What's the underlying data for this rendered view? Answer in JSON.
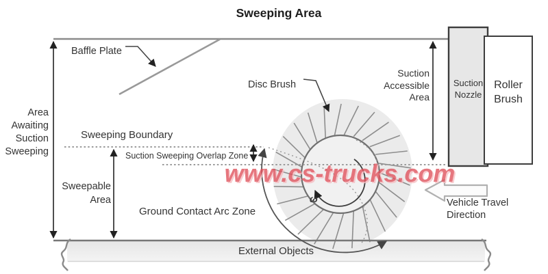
{
  "title": "Sweeping Area",
  "watermark": {
    "text": "www.cs-trucks.com",
    "color": "#e1545e"
  },
  "labels": {
    "baffle_plate": "Baffle Plate",
    "disc_brush": "Disc Brush",
    "suction_accessible_area": "Suction\nAccessible\nArea",
    "area_awaiting_suction_sweeping": "Area\nAwaiting\nSuction\nSweeping",
    "sweeping_boundary": "Sweeping Boundary",
    "suction_sweeping_overlap_zone": "Suction Sweeping Overlap Zone",
    "sweepable_area": "Sweepable\nArea",
    "ground_contact_arc_zone": "Ground Contact Arc Zone",
    "external_objects": "External Objects",
    "vehicle_travel_direction": "Vehicle Travel\nDirection",
    "omega": "ω"
  },
  "components": {
    "suction_nozzle": "Suction\nNozzle",
    "roller_brush": "Roller\nBrush"
  },
  "colors": {
    "dimension_line": "#222222",
    "outline_gray": "#8a8a8a",
    "dotted_line": "#9a9a9a",
    "disc_fill": "#ebebeb",
    "box_fill": "#e7e7e7",
    "bar_fill": "#e9e9e9"
  }
}
